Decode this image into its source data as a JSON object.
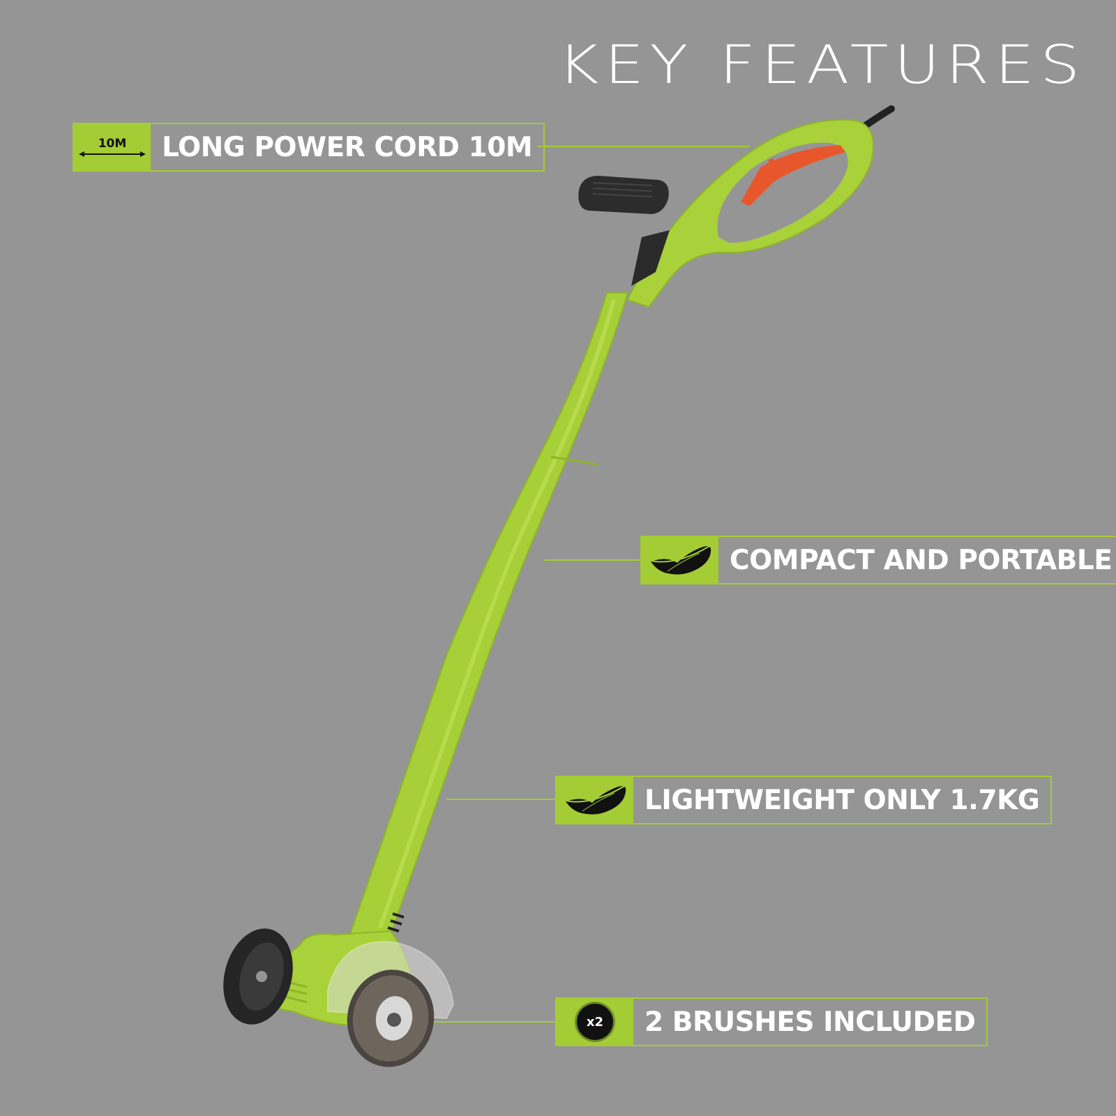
{
  "title": "KEY FEATURES",
  "colors": {
    "background": "#959595",
    "accent_green": "#a4cc35",
    "product_green": "#a8d13a",
    "trigger_orange": "#e8562b",
    "text": "#ffffff"
  },
  "features": [
    {
      "icon": "cord-length-icon",
      "badge_text": "10M",
      "label": "LONG POWER CORD 10M"
    },
    {
      "icon": "feather-icon",
      "label": "COMPACT AND PORTABLE"
    },
    {
      "icon": "feather-icon",
      "label": "LIGHTWEIGHT ONLY 1.7KG"
    },
    {
      "icon": "brush-count-icon",
      "badge_text": "x2",
      "label": "2 BRUSHES INCLUDED"
    }
  ]
}
